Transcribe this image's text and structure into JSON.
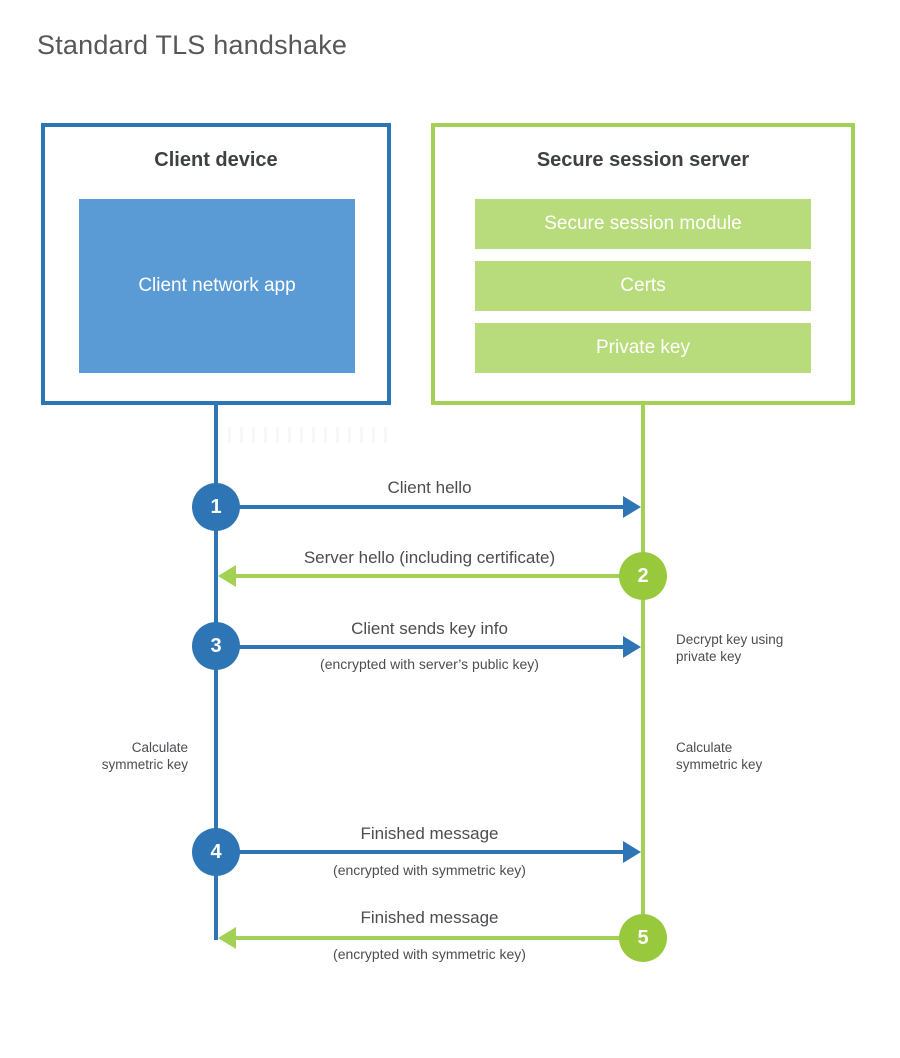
{
  "title": "Standard TLS handshake",
  "colors": {
    "blue": "#2e75b6",
    "blue_fill": "#5b9bd5",
    "green_circle": "#98c93c",
    "green_line": "#a3d155",
    "green_bar": "#b8db7b"
  },
  "client": {
    "title": "Client device",
    "app_label": "Client network app"
  },
  "server": {
    "title": "Secure session server",
    "modules": [
      {
        "label": "Secure session module"
      },
      {
        "label": "Certs"
      },
      {
        "label": "Private key"
      }
    ]
  },
  "steps": [
    {
      "num": "1",
      "label": "Client hello",
      "sub": "",
      "direction": "right",
      "color": "blue"
    },
    {
      "num": "2",
      "label": "Server hello (including certificate)",
      "sub": "",
      "direction": "left",
      "color": "green"
    },
    {
      "num": "3",
      "label": "Client sends key info",
      "sub": "(encrypted with server’s public key)",
      "direction": "right",
      "color": "blue"
    },
    {
      "num": "4",
      "label": "Finished message",
      "sub": "(encrypted with symmetric key)",
      "direction": "right",
      "color": "blue"
    },
    {
      "num": "5",
      "label": "Finished message",
      "sub": "(encrypted with symmetric key)",
      "direction": "left",
      "color": "green"
    }
  ],
  "annotations": {
    "decrypt": "Decrypt key using private key",
    "calc_left": "Calculate symmetric key",
    "calc_right": "Calculate symmetric key"
  }
}
